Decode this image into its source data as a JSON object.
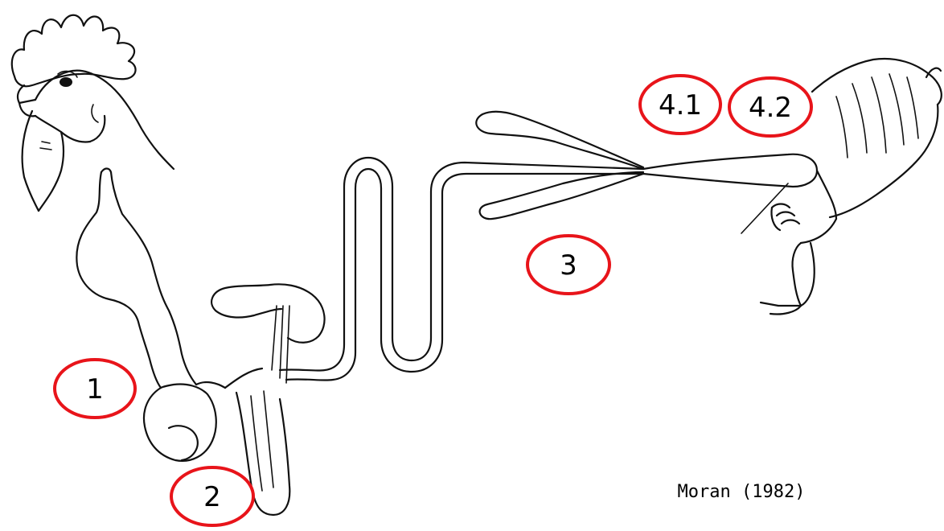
{
  "diagram": {
    "markers": [
      {
        "id": "1",
        "label": "1"
      },
      {
        "id": "2",
        "label": "2"
      },
      {
        "id": "3",
        "label": "3"
      },
      {
        "id": "4.1",
        "label": "4.1"
      },
      {
        "id": "4.2",
        "label": "4.2"
      }
    ],
    "citation": "Moran (1982)",
    "colors": {
      "marker_ring": "#e8141a",
      "ink": "#111111",
      "background": "#ffffff"
    }
  }
}
